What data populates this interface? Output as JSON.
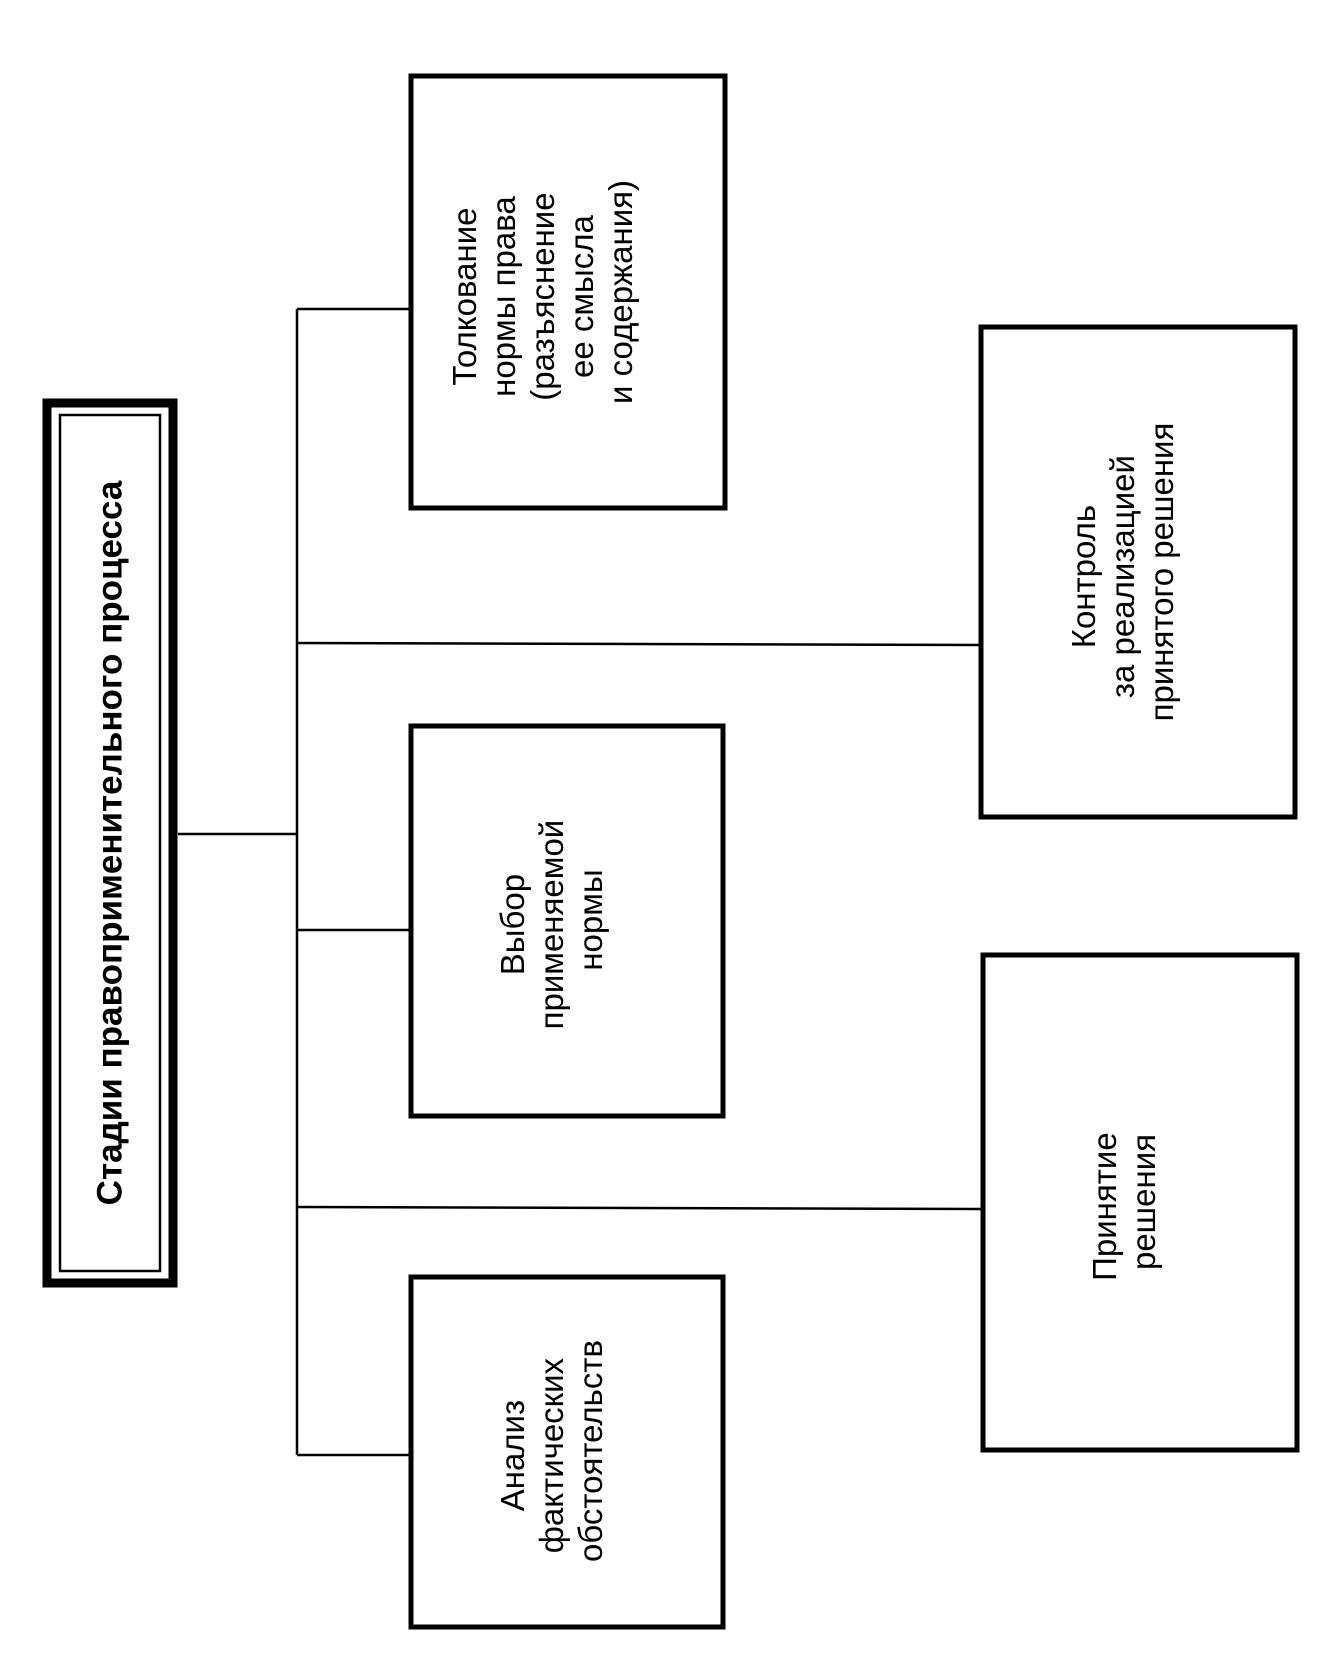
{
  "title": "Стадии правоприменительного процесса",
  "stages": [
    {
      "id": "analysis",
      "lines": [
        "Анализ",
        "фактических",
        "обстоятельств"
      ]
    },
    {
      "id": "choice",
      "lines": [
        "Выбор",
        "применяемой",
        "нормы"
      ]
    },
    {
      "id": "interpretation",
      "lines": [
        "Толкование",
        "нормы права",
        "(разъяснение",
        "ее смысла",
        "и содержания)"
      ]
    },
    {
      "id": "decision",
      "lines": [
        "Принятие",
        "решения"
      ]
    },
    {
      "id": "control",
      "lines": [
        "Контроль",
        "за реализацией",
        "принятого решения"
      ]
    }
  ]
}
